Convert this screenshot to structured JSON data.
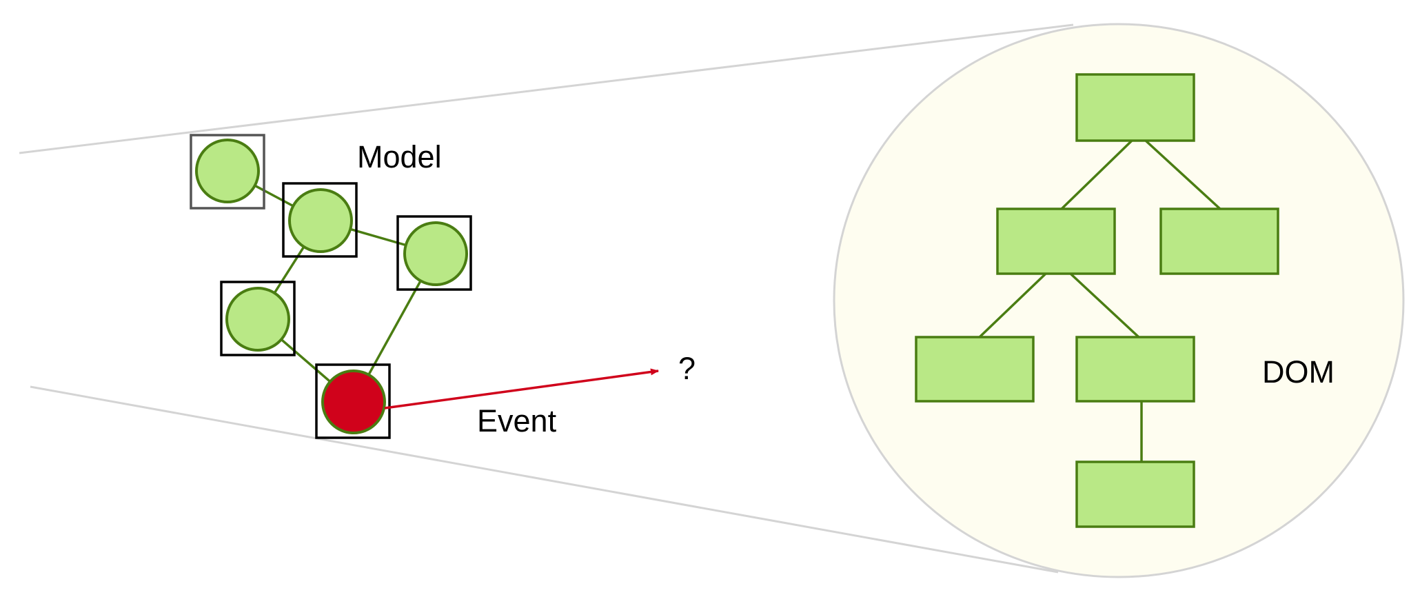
{
  "labels": {
    "model": "Model",
    "event": "Event",
    "question": "?",
    "dom": "DOM"
  },
  "colors": {
    "node_fill": "#b9e886",
    "node_stroke": "#4a7d12",
    "event_fill": "#d0021b",
    "arrow": "#d0021b",
    "lens_fill": "#fefdf0",
    "lens_stroke": "#d4d4d4",
    "frame_stroke": "#000000",
    "frame_stroke_first": "#555555"
  }
}
